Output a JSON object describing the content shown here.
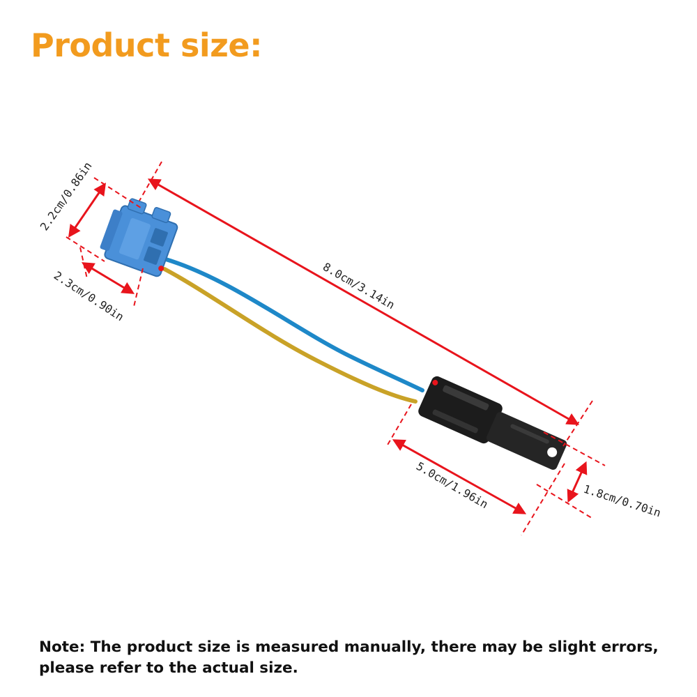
{
  "title": "Product size:",
  "note": "Note: The product size is measured manually, there may be slight errors, please refer to the actual size.",
  "dimensions": {
    "connector_a_height": "2.2cm/0.86in",
    "connector_a_width": "2.3cm/0.90in",
    "total_length": "8.0cm/3.14in",
    "connector_b_length": "5.0cm/1.96in",
    "connector_b_height": "1.8cm/0.70in"
  },
  "colors": {
    "title": "#f29b1e",
    "dimension_line": "#e8141c",
    "connector_a": "#4a90d9",
    "connector_b": "#1c1c1c",
    "wire_blue": "#1e88c8",
    "wire_yellow": "#c9a227"
  }
}
